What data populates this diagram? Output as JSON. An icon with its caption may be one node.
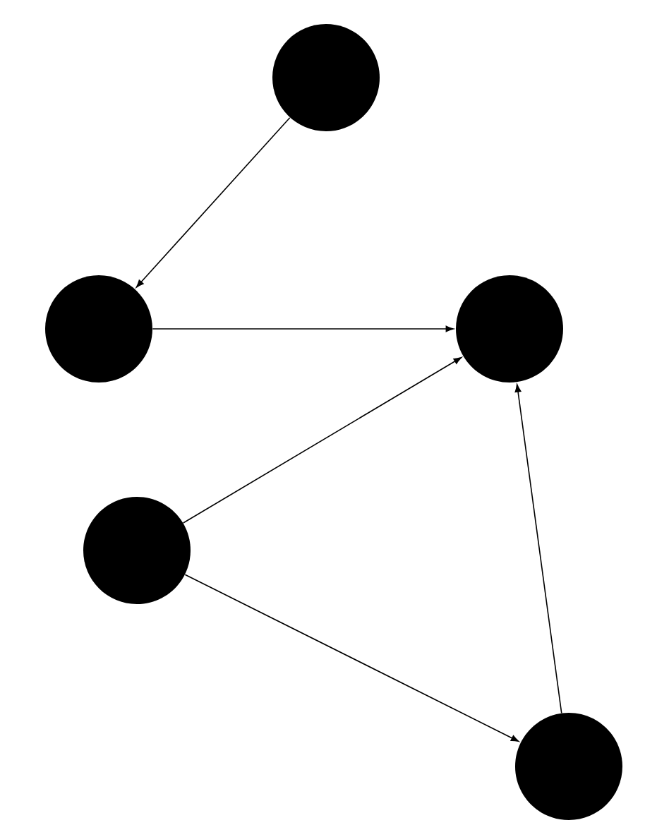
{
  "diagram": {
    "nodes": [
      {
        "text": [],
        "shape": "circle"
      },
      {
        "text": [],
        "shape": "circle"
      },
      {
        "text": [],
        "shape": "circle"
      },
      {
        "text": [],
        "shape": "circle"
      },
      {
        "text": [],
        "shape": "circle"
      }
    ],
    "edges": [
      {
        "from": 0,
        "to": 1,
        "arrow": "to"
      },
      {
        "from": 1,
        "to": 2,
        "arrow": "to"
      },
      {
        "from": 3,
        "to": 2,
        "arrow": "to"
      },
      {
        "from": 3,
        "to": 4,
        "arrow": "to"
      },
      {
        "from": 4,
        "to": 2,
        "arrow": "to"
      }
    ]
  }
}
